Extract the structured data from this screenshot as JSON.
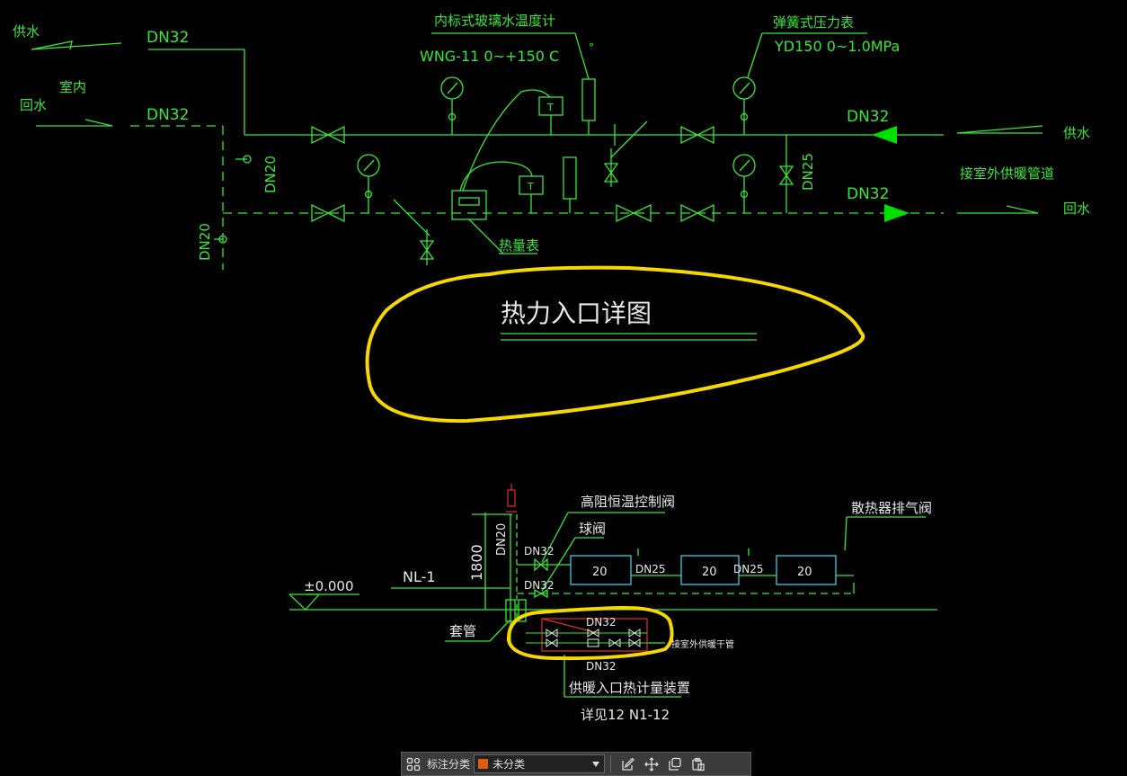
{
  "top_diagram": {
    "supply_left": "供水",
    "return_left": "回水",
    "indoor": "室内",
    "dn32_upper_left": "DN32",
    "dn32_lower_left": "DN32",
    "thermometer_title": "内标式玻璃水温度计",
    "thermometer_spec": "WNG-11 0~+150 C",
    "degree_mark": "°",
    "pressure_title": "弹簧式压力表",
    "pressure_spec": "YD150  0~1.0MPa",
    "dn20_vertical_a": "DN20",
    "dn20_vertical_b": "DN20",
    "dn25_vertical": "DN25",
    "dn32_upper_right": "DN32",
    "dn32_lower_right": "DN32",
    "supply_right": "供水",
    "return_right": "回水",
    "outdoor_pipe": "接室外供暖管道",
    "heat_meter": "热量表",
    "sensor_label_1": "T",
    "sensor_label_2": "T",
    "detail_title": "热力入口详图"
  },
  "bottom_diagram": {
    "valve_label": "高阻恒温控制阀",
    "ball_valve": "球阀",
    "radiator_vent": "散热器排气阀",
    "dn20": "DN20",
    "dim_1800": "1800",
    "dn32_a": "DN32",
    "dn32_b": "DN32",
    "dn25_a": "DN25",
    "dn25_b": "DN25",
    "radiator_1": "20",
    "radiator_2": "20",
    "radiator_3": "20",
    "elevation": "±0.000",
    "nl": "NL-1",
    "sleeve": "套管",
    "dn32_box_top": "DN32",
    "dn32_box_bottom": "DN32",
    "outdoor_main": "接室外供暖干管",
    "metering_device": "供暖入口热计量装置",
    "see_ref": "详见12 N1-12"
  },
  "toolbar": {
    "label": "标注分类",
    "selected": "未分类",
    "selected_color": "#e05a10",
    "icons": [
      "grid-icon",
      "edit-icon",
      "move-icon",
      "copy-icon",
      "paste-icon"
    ]
  },
  "colors": {
    "cad_green": "#39e639",
    "cad_white": "#e8e8e8",
    "cyan": "#40c8e0",
    "highlight_yellow": "#f5d800",
    "red": "#e03030",
    "arrow_green": "#00e000"
  }
}
